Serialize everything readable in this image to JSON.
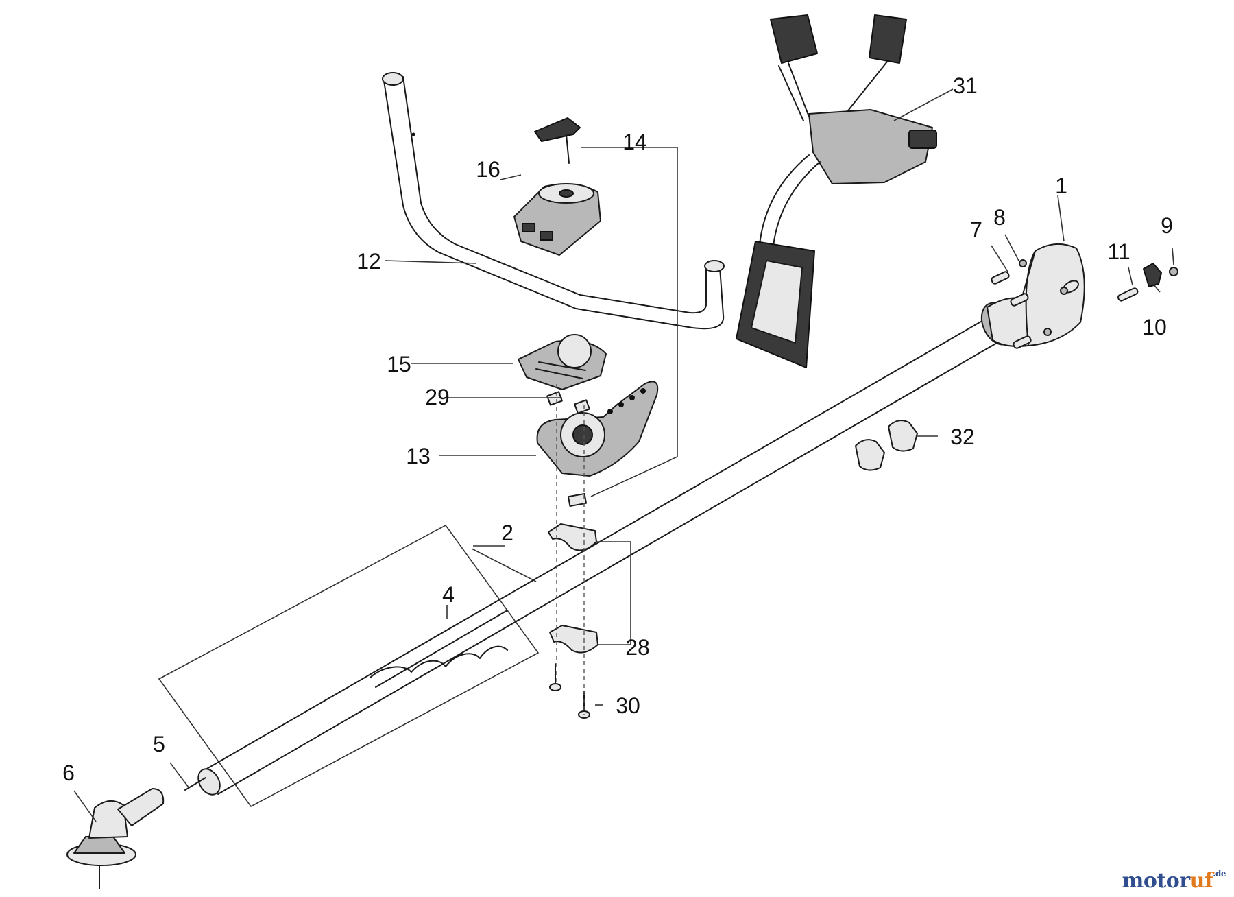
{
  "callouts": [
    "1",
    "2",
    "4",
    "5",
    "6",
    "7",
    "8",
    "9",
    "10",
    "11",
    "12",
    "13",
    "14",
    "15",
    "16",
    "28",
    "29",
    "30",
    "31",
    "32"
  ],
  "watermark": {
    "main": "motor",
    "accent": "uf",
    "suffix": ".de"
  }
}
